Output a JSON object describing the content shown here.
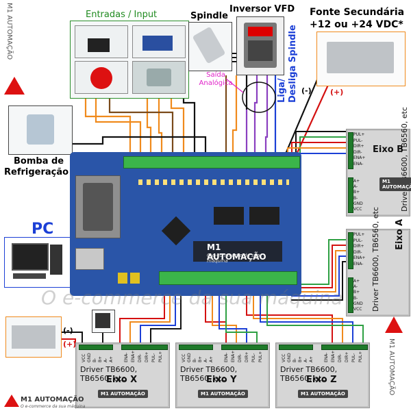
{
  "labels": {
    "entradas": "Entradas / Input",
    "spindle": "Spindle",
    "inversor": "Inversor VFD",
    "fonte_line1": "Fonte Secundária",
    "fonte_line2": "+12 ou +24 VDC*",
    "saida_line1": "Saída",
    "saida_line2": "Analógica",
    "liga_line1": "Liga/",
    "liga_line2": "Desliga Spindle",
    "bomba_line1": "Bomba de",
    "bomba_line2": "Refrigeração",
    "pc": "PC",
    "neg_top": "(-)",
    "pos_top": "(+)",
    "neg_left": "(-)",
    "pos_left": "(+)"
  },
  "drivers": {
    "model_text": "Driver TB6600, TB6560, etc",
    "b_axis": "Eixo B",
    "a_axis": "Eixo A",
    "x_axis": "Eixo X",
    "y_axis": "Eixo Y",
    "z_axis": "Eixo Z",
    "pins_signal": [
      "PUL+",
      "PUL-",
      "DIR+",
      "DIR-",
      "ENA+",
      "ENA-"
    ],
    "pins_power": [
      "A+",
      "A-",
      "B+",
      "B-",
      "GND",
      "VCC"
    ]
  },
  "brand": {
    "name": "M1 AUTOMAÇÃO",
    "tagline": "O e-commerce da sua máquina",
    "watermark_line1": "M1 AUTOMAÇÃO",
    "watermark_line2": "O e-commerce da sua máquina"
  },
  "colors": {
    "board": "#2a55a8",
    "terminal": "#3bb54a",
    "wire_orange": "#f08a1c",
    "wire_brown": "#7a4a1a",
    "wire_purple": "#8a3fc0",
    "wire_red": "#d41010",
    "wire_blue": "#1b3fd6",
    "wire_green": "#2ea043",
    "wire_black": "#111111"
  }
}
